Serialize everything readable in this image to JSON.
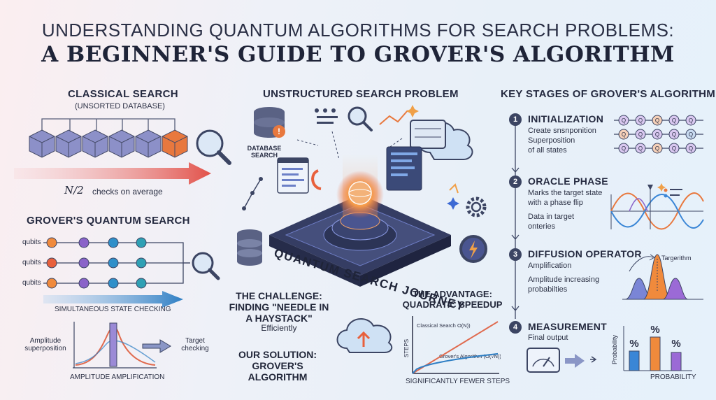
{
  "title_line1": "UNDERSTANDING QUANTUM ALGORITHMS FOR SEARCH PROBLEMS:",
  "title_line2": "A BEGINNER'S GUIDE TO GROVER'S ALGORITHM",
  "classical": {
    "heading": "CLASSICAL SEARCH",
    "subheading": "(UNSORTED DATABASE)",
    "formula": "N/2",
    "caption": "checks on average"
  },
  "grover_search": {
    "heading": "GROVER'S QUANTUM SEARCH",
    "qubit_labels": [
      "qubits",
      "qubits",
      "qubits"
    ],
    "caption": "SIMULTANEOUS STATE CHECKING",
    "amp_left": "Amplitude superposition",
    "amp_right": "Target checking",
    "amp_caption": "AMPLITUDE AMPLIFICATION"
  },
  "center": {
    "heading": "UNSTRUCTURED SEARCH PROBLEM",
    "database_label": "DATABASE SEARCH",
    "journey_label": "QUANTUM SEARCH JOURNEY",
    "challenge": "THE CHALLENGE: FINDING \"NEEDLE IN A HAYSTACK\"",
    "challenge_sub": "Efficiently",
    "solution": "OUR SOLUTION: GROVER'S ALGORITHM",
    "advantage": "THE ADVANTAGE: QUADRATIC SPEEDUP",
    "advantage_caption": "SIGNIFICANTLY FEWER STEPS"
  },
  "chart_data": {
    "type": "line",
    "ylabel": "STEPS",
    "xlabel": "",
    "series": [
      {
        "name": "Classical Search O(N))",
        "shape": "linear",
        "color": "#e06a4e"
      },
      {
        "name": "Grover's Algorithm (O(√N))",
        "shape": "sqrt",
        "color": "#2f7fc4"
      }
    ]
  },
  "stages": {
    "heading": "KEY STAGES OF GROVER'S ALGORITHM",
    "items": [
      {
        "num": "1",
        "title": "INITIALIZATION",
        "lines": [
          "Create snsnponition",
          "Superposition",
          "of all states"
        ]
      },
      {
        "num": "2",
        "title": "ORACLE PHASE",
        "lines": [
          "Marks the target state",
          "with a phase flip",
          "",
          "Data in target",
          "onteries"
        ]
      },
      {
        "num": "3",
        "title": "DIFFUSION OPERATOR",
        "lines": [
          "Amplification",
          "",
          "Amplitude increasing",
          "probabilties"
        ]
      },
      {
        "num": "4",
        "title": "MEASUREMENT",
        "lines": [
          "Final output"
        ]
      }
    ],
    "qubit_letter": "Q",
    "diffusion_peak_label": "Targerithm",
    "prob_axis": "Probability",
    "prob_caption": "PROBABILITY",
    "percent": "%"
  },
  "colors": {
    "accent_orange": "#f08a3c",
    "accent_blue": "#3a86d6",
    "accent_purple": "#7b62c9",
    "dark": "#3c4563"
  }
}
